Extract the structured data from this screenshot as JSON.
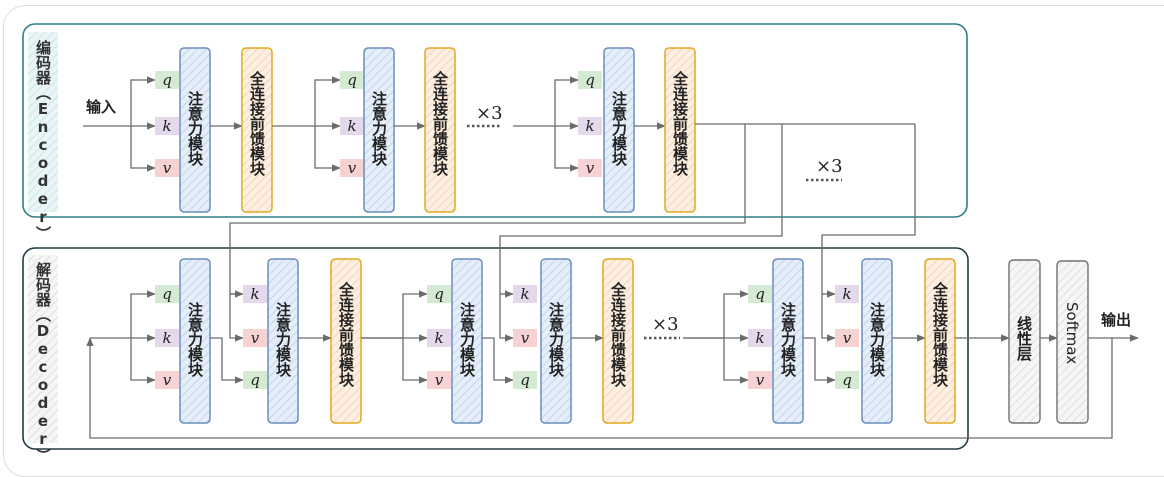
{
  "encoder": {
    "label": "编码器（Encoder）",
    "input_label": "输入",
    "repeat_label": "×3",
    "colors": {
      "border": "#2f7f86",
      "label_bg": "#d6ecee"
    },
    "blocks": [
      {
        "type": "attention",
        "label": "注意力模块",
        "inputs": [
          "q",
          "k",
          "v"
        ]
      },
      {
        "type": "ffn",
        "label": "全连接前馈模块"
      },
      {
        "type": "attention",
        "label": "注意力模块",
        "inputs": [
          "q",
          "k",
          "v"
        ]
      },
      {
        "type": "ffn",
        "label": "全连接前馈模块"
      },
      {
        "type": "attention",
        "label": "注意力模块",
        "inputs": [
          "q",
          "k",
          "v"
        ]
      },
      {
        "type": "ffn",
        "label": "全连接前馈模块"
      }
    ],
    "side_repeat_label": "×3"
  },
  "decoder": {
    "label": "解码器（Decoder）",
    "repeat_label": "×3",
    "colors": {
      "border": "#233a44",
      "label_bg": "#e2e2e2"
    },
    "groups": [
      {
        "self_attention": {
          "label": "注意力模块",
          "inputs": [
            "q",
            "k",
            "v"
          ]
        },
        "cross_attention": {
          "label": "注意力模块",
          "inputs": [
            "k",
            "v",
            "q"
          ]
        },
        "ffn": {
          "label": "全连接前馈模块"
        }
      },
      {
        "self_attention": {
          "label": "注意力模块",
          "inputs": [
            "q",
            "k",
            "v"
          ]
        },
        "cross_attention": {
          "label": "注意力模块",
          "inputs": [
            "k",
            "v",
            "q"
          ]
        },
        "ffn": {
          "label": "全连接前馈模块"
        }
      },
      {
        "self_attention": {
          "label": "注意力模块",
          "inputs": [
            "q",
            "k",
            "v"
          ]
        },
        "cross_attention": {
          "label": "注意力模块",
          "inputs": [
            "k",
            "v",
            "q"
          ]
        },
        "ffn": {
          "label": "全连接前馈模块"
        }
      }
    ]
  },
  "head": {
    "linear_label": "线性层",
    "softmax_label": "Softmax",
    "output_label": "输出"
  },
  "colors": {
    "attention_fill": "#dbe8f7",
    "attention_border": "#6a8dbd",
    "ffn_fill": "#fbe6d2",
    "ffn_border": "#e0a920",
    "gray_fill": "#f0f0f0",
    "gray_border": "#707070",
    "q_fill": "#d5ead2",
    "k_fill": "#e3d8ec",
    "v_fill": "#f6d2d2",
    "arrow": "#6b6b6b"
  }
}
